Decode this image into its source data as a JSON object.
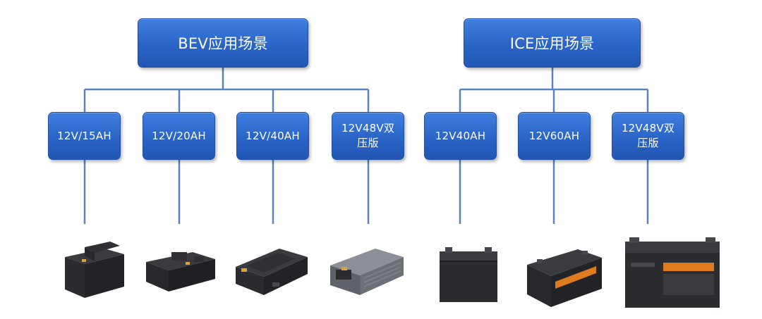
{
  "colors": {
    "box": "#2a64c6",
    "connector": "#5a82bd",
    "battery_body": "#2b2c2f",
    "battery_top": "#3a3b3f",
    "label_orange": "#e07a1f"
  },
  "groups": [
    {
      "title": "BEV应用场景",
      "variants": [
        {
          "label": "12V/15AH",
          "product_icon": "battery-small-box-icon"
        },
        {
          "label": "12V/20AH",
          "product_icon": "battery-low-flat-icon"
        },
        {
          "label": "12V/40AH",
          "product_icon": "battery-long-module-icon"
        },
        {
          "label": "12V48V双压版",
          "product_icon": "battery-grey-finned-icon"
        }
      ]
    },
    {
      "title": "ICE应用场景",
      "variants": [
        {
          "label": "12V40AH",
          "product_icon": "battery-cube-icon"
        },
        {
          "label": "12V60AH",
          "product_icon": "battery-orange-label-icon"
        },
        {
          "label": "12V48V双压版",
          "product_icon": "battery-large-orange-label-icon"
        }
      ]
    }
  ]
}
